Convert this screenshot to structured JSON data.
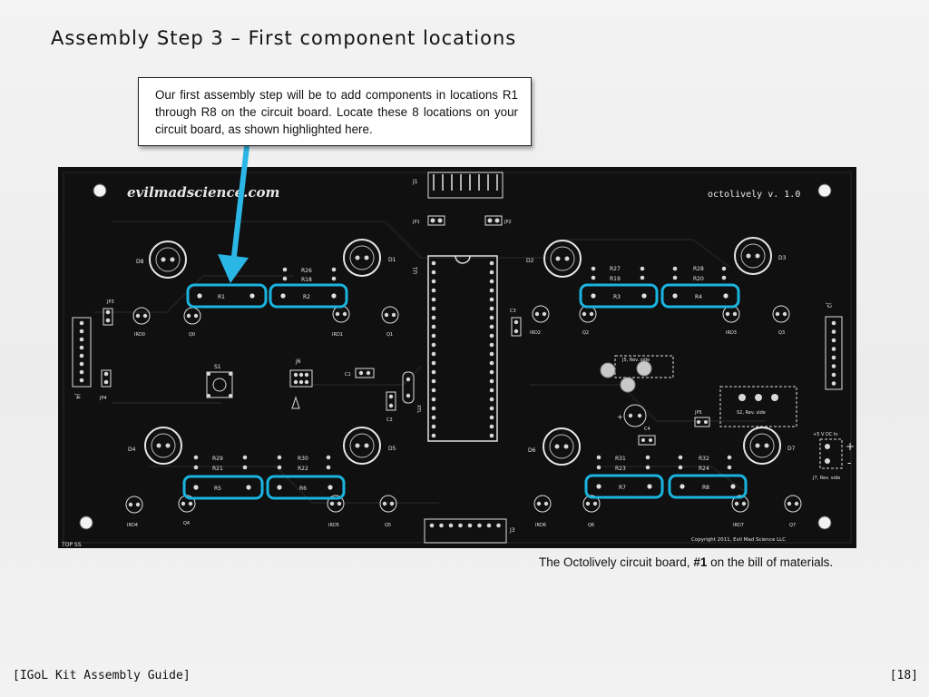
{
  "slide": {
    "title": "Assembly Step 3 – First component locations",
    "callout_text": "Our first assembly step will be to add components in locations R1 through R8 on the circuit board.  Locate these 8 locations on your circuit board, as shown highlighted here.",
    "caption_prefix": "The Octolively circuit board, ",
    "caption_bold": "#1",
    "caption_suffix": " on the bill of materials.",
    "footer_left": "[IGoL Kit Assembly Guide]",
    "footer_right": "[18]"
  },
  "colors": {
    "board": "#101010",
    "silkscreen": "#e8e8e8",
    "highlight": "#1ab4e0",
    "arrow": "#2bb7e6"
  },
  "board": {
    "brand": "evilmadscience.com",
    "version": "octolively v. 1.0",
    "copyright": "Copyright 2011, Evil Mad Science LLC",
    "top_ss": "TOP SS",
    "labels": {
      "j1": "J1",
      "jp1": "JP1",
      "jp2": "JP2",
      "u1": "U1",
      "j2": "J2",
      "j3": "J3",
      "j4": "J4",
      "j5": "J5, Rev. side",
      "j6": "J6",
      "j7": "J7, Rev. side",
      "jp3": "JP3",
      "jp4": "JP4",
      "jp5": "JP5",
      "s1": "S1",
      "s2": "S2, Rev. side",
      "c1": "C1",
      "c2": "C2",
      "c3": "C3",
      "c4": "C4",
      "xtl": "XTL",
      "power": "+5 V DC In",
      "d1": "D1",
      "d2": "D2",
      "d3": "D3",
      "d4": "D4",
      "d5": "D5",
      "d6": "D6",
      "d7": "D7",
      "d8": "D8",
      "q0": "Q0",
      "q1": "Q1",
      "q2": "Q2",
      "q3": "Q3",
      "q4": "Q4",
      "q5": "Q5",
      "q6": "Q6",
      "q7": "Q7",
      "ird0": "IRD0",
      "ird1": "IRD1",
      "ird2": "IRD2",
      "ird3": "IRD3",
      "ird4": "IRD4",
      "ird5": "IRD5",
      "ird6": "IRD6",
      "ird7": "IRD7",
      "r1": "R1",
      "r2": "R2",
      "r3": "R3",
      "r4": "R4",
      "r5": "R5",
      "r6": "R6",
      "r7": "R7",
      "r8": "R8",
      "r19": "R19",
      "r20": "R20",
      "r21": "R21",
      "r22": "R22",
      "r23": "R23",
      "r24": "R24",
      "r26": "R26",
      "r27": "R27",
      "r28": "R28",
      "r29": "R29",
      "r30": "R30",
      "r31": "R31",
      "r32": "R32"
    }
  }
}
